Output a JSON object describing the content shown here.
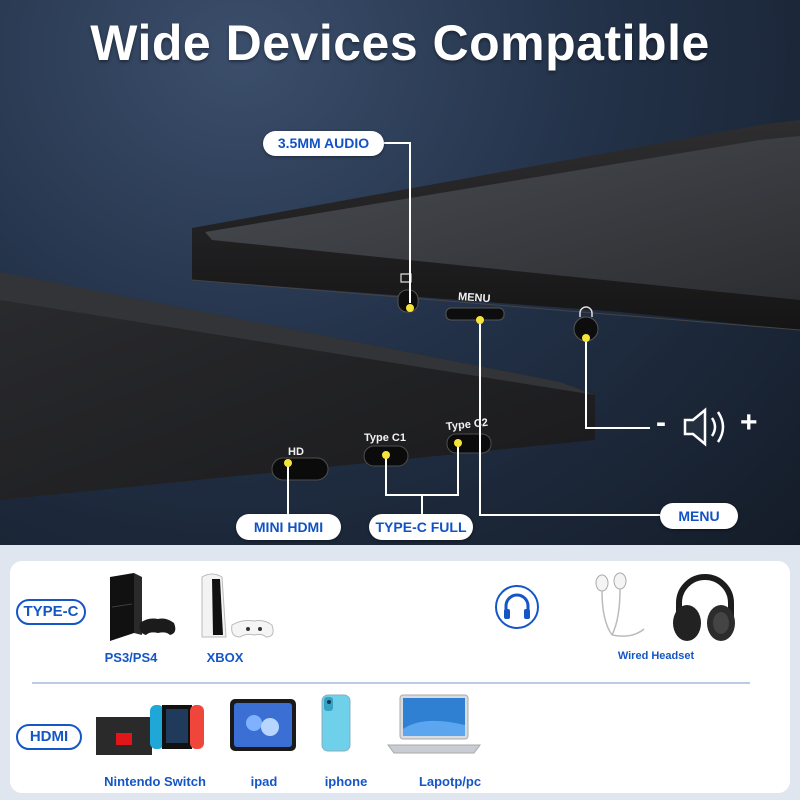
{
  "headline": "Wide Devices Compatible",
  "callouts": {
    "audio": "3.5MM AUDIO",
    "mini_hdmi": "MINI HDMI",
    "type_c_full": "TYPE-C FULL",
    "menu": "MENU"
  },
  "port_labels": {
    "hd": "HD",
    "type_c1": "Type C1",
    "type_c2": "Type C2",
    "menu": "MENU"
  },
  "volume": {
    "minus": "-",
    "plus": "+"
  },
  "rows": {
    "type_c": {
      "tag": "TYPE-C",
      "devices": [
        {
          "label": "PS3/PS4",
          "icon": "ps4-console-icon"
        },
        {
          "label": "XBOX",
          "icon": "game-console-icon"
        }
      ],
      "audio_device": {
        "label": "Wired Headset",
        "icon": "headset-icon"
      }
    },
    "hdmi": {
      "tag": "HDMI",
      "devices": [
        {
          "label": "Nintendo Switch",
          "icon": "nintendo-switch-icon"
        },
        {
          "label": "ipad",
          "icon": "tablet-icon"
        },
        {
          "label": "iphone",
          "icon": "smartphone-icon"
        },
        {
          "label": "Lapotp/pc",
          "icon": "laptop-icon"
        }
      ]
    }
  },
  "colors": {
    "accent": "#1556c7",
    "callout_dot": "#f5e33a",
    "background": "#1e2a3c"
  }
}
